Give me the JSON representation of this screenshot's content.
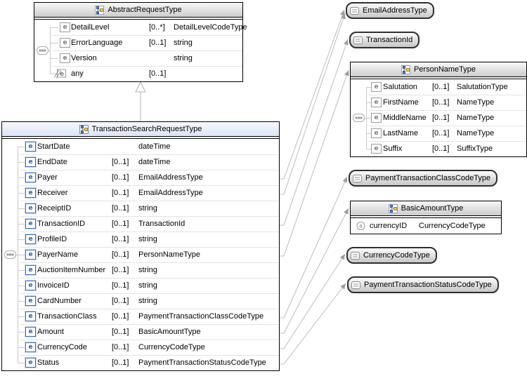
{
  "abstract_box": {
    "title": "AbstractRequestType",
    "rows": [
      {
        "name": "DetailLevel",
        "card": "[0..*]",
        "type": "DetailLevelCodeType"
      },
      {
        "name": "ErrorLanguage",
        "card": "[0..1]",
        "type": "string"
      },
      {
        "name": "Version",
        "card": "",
        "type": "string"
      },
      {
        "name": "any",
        "card": "[0..1]",
        "type": ""
      }
    ]
  },
  "main_box": {
    "title": "TransactionSearchRequestType",
    "rows": [
      {
        "name": "StartDate",
        "card": "",
        "type": "dateTime"
      },
      {
        "name": "EndDate",
        "card": "[0..1]",
        "type": "dateTime"
      },
      {
        "name": "Payer",
        "card": "[0..1]",
        "type": "EmailAddressType"
      },
      {
        "name": "Receiver",
        "card": "[0..1]",
        "type": "EmailAddressType"
      },
      {
        "name": "ReceiptID",
        "card": "[0..1]",
        "type": "string"
      },
      {
        "name": "TransactionID",
        "card": "[0..1]",
        "type": "TransactionId"
      },
      {
        "name": "ProfileID",
        "card": "[0..1]",
        "type": "string"
      },
      {
        "name": "PayerName",
        "card": "[0..1]",
        "type": "PersonNameType"
      },
      {
        "name": "AuctionItemNumber",
        "card": "[0..1]",
        "type": "string"
      },
      {
        "name": "InvoiceID",
        "card": "[0..1]",
        "type": "string"
      },
      {
        "name": "CardNumber",
        "card": "[0..1]",
        "type": "string"
      },
      {
        "name": "TransactionClass",
        "card": "[0..1]",
        "type": "PaymentTransactionClassCodeType"
      },
      {
        "name": "Amount",
        "card": "[0..1]",
        "type": "BasicAmountType"
      },
      {
        "name": "CurrencyCode",
        "card": "[0..1]",
        "type": "CurrencyCodeType"
      },
      {
        "name": "Status",
        "card": "[0..1]",
        "type": "PaymentTransactionStatusCodeType"
      }
    ]
  },
  "person_box": {
    "title": "PersonNameType",
    "rows": [
      {
        "name": "Salutation",
        "card": "[0..1]",
        "type": "SalutationType"
      },
      {
        "name": "FirstName",
        "card": "[0..1]",
        "type": "NameType"
      },
      {
        "name": "MiddleName",
        "card": "[0..1]",
        "type": "NameType"
      },
      {
        "name": "LastName",
        "card": "[0..1]",
        "type": "NameType"
      },
      {
        "name": "Suffix",
        "card": "[0..1]",
        "type": "SuffixType"
      }
    ]
  },
  "amount_box": {
    "title": "BasicAmountType",
    "attribute": {
      "name": "currencyID",
      "type": "CurrencyCodeType"
    }
  },
  "pills": [
    {
      "label": "EmailAddressType"
    },
    {
      "label": "TransactionId"
    },
    {
      "label": "PaymentTransactionClassCodeType"
    },
    {
      "label": "CurrencyCodeType"
    },
    {
      "label": "PaymentTransactionStatusCodeType"
    }
  ],
  "colors": {
    "selected_header_tint": "#dbe3f6",
    "header_gray": "#cdcdcd",
    "element_icon_blue": "#2d5fa8",
    "icon_gray": "#8c8c8c",
    "connector_gray": "#b9b9b9"
  }
}
